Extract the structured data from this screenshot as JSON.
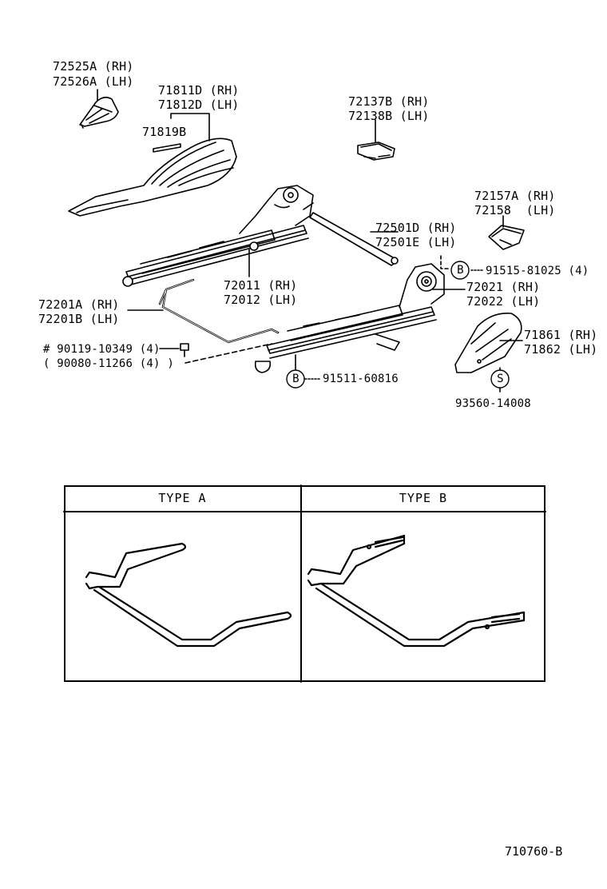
{
  "parts": {
    "p72525": {
      "rh": "72525A (RH)",
      "lh": "72526A (LH)"
    },
    "p71811": {
      "rh": "71811D (RH)",
      "lh": "71812D (LH)"
    },
    "p71819": "71819B",
    "p72137": {
      "rh": "72137B (RH)",
      "lh": "72138B (LH)"
    },
    "p72157": {
      "rh": "72157A (RH)",
      "lh": "72158  (LH)"
    },
    "p72501": {
      "rh": "72501D (RH)",
      "lh": "72501E (LH)"
    },
    "p91515": "91515-81025 (4)",
    "p72011": {
      "rh": "72011 (RH)",
      "lh": "72012 (LH)"
    },
    "p72021": {
      "rh": "72021 (RH)",
      "lh": "72022 (LH)"
    },
    "p72201": {
      "rh": "72201A (RH)",
      "lh": "72201B (LH)"
    },
    "p71861": {
      "rh": "71861 (RH)",
      "lh": "71862 (LH)"
    },
    "p90119": "# 90119-10349 (4)",
    "p90080": "( 90080-11266 (4) )",
    "p91511": "91511-60816",
    "p93560": "93560-14008"
  },
  "callouts": {
    "b1": "B",
    "b2": "B",
    "s": "S"
  },
  "table": {
    "type_a": "TYPE A",
    "type_b": "TYPE B"
  },
  "diagram_code": "710760-B"
}
